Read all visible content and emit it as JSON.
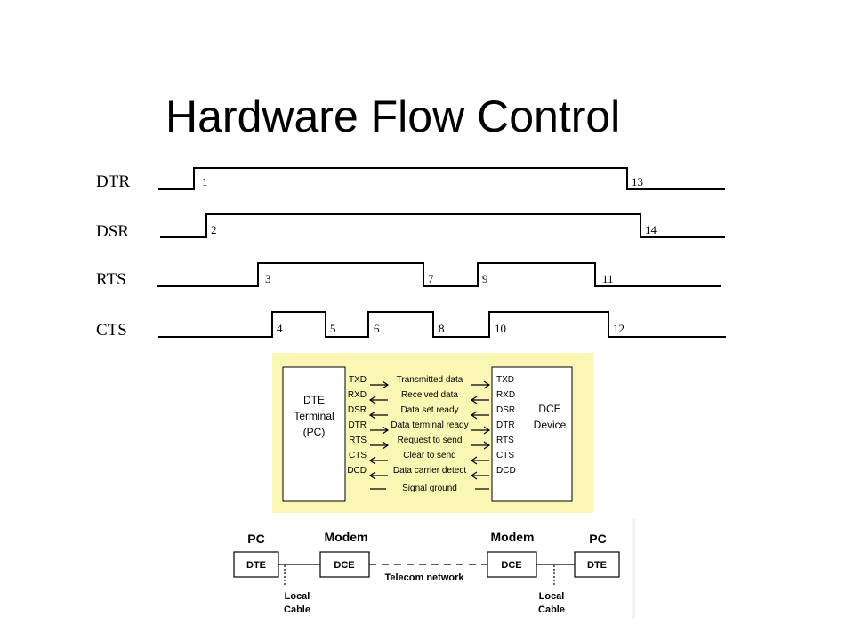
{
  "title": "Hardware Flow Control",
  "timing": {
    "signals": [
      "DTR",
      "DSR",
      "RTS",
      "CTS"
    ],
    "event_numbers": [
      "1",
      "13",
      "2",
      "14",
      "3",
      "7",
      "9",
      "11",
      "4",
      "5",
      "6",
      "8",
      "10",
      "12"
    ]
  },
  "interface": {
    "dte_label": [
      "DTE",
      "Terminal",
      "(PC)"
    ],
    "dce_label": [
      "DCE",
      "Device"
    ],
    "lines": [
      {
        "pin": "TXD",
        "desc": "Transmitted data"
      },
      {
        "pin": "RXD",
        "desc": "Received data"
      },
      {
        "pin": "DSR",
        "desc": "Data set ready"
      },
      {
        "pin": "DTR",
        "desc": "Data terminal ready"
      },
      {
        "pin": "RTS",
        "desc": "Request to send"
      },
      {
        "pin": "CTS",
        "desc": "Clear to send"
      },
      {
        "pin": "DCD",
        "desc": "Data carrier detect"
      },
      {
        "pin": "",
        "desc": "Signal ground"
      }
    ],
    "background_color": "#faf7b4"
  },
  "network": {
    "pc_left": "PC",
    "modem_left": "Modem",
    "modem_right": "Modem",
    "pc_right": "PC",
    "dte_left": "DTE",
    "dce_left": "DCE",
    "dce_right": "DCE",
    "dte_right": "DTE",
    "telecom": "Telecom network",
    "local_cable_left": [
      "Local",
      "Cable"
    ],
    "local_cable_right": [
      "Local",
      "Cable"
    ]
  }
}
